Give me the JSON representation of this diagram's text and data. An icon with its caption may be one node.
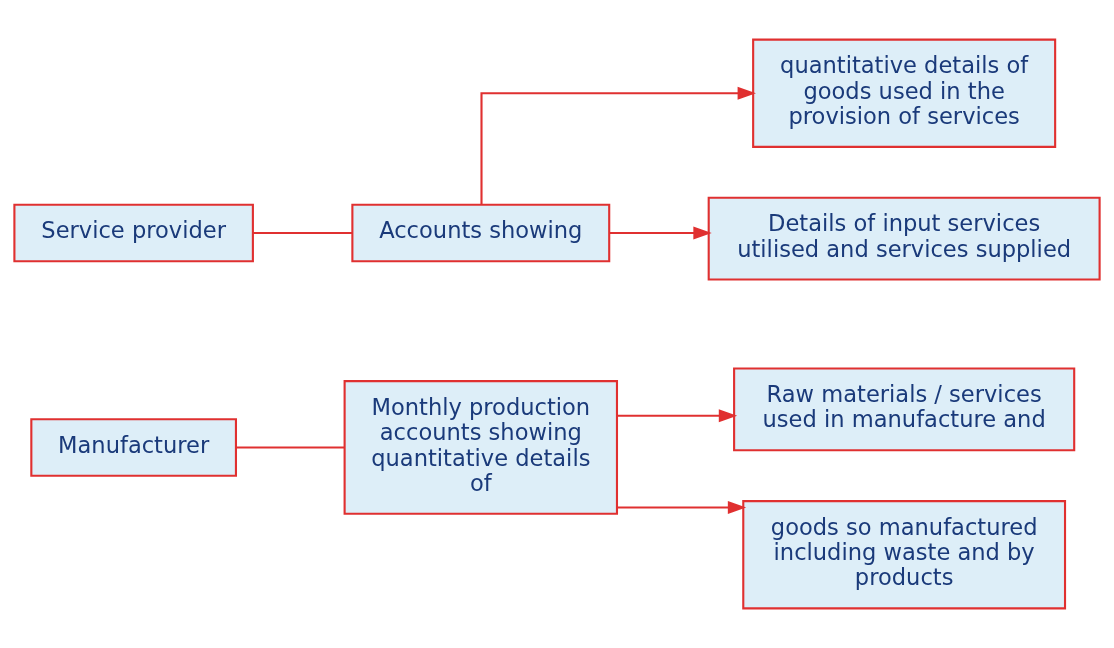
{
  "diagram": {
    "nodes": [
      {
        "text": [
          "Manufacturer"
        ]
      },
      {
        "text": [
          "Monthly production accounts showing quantitative details of"
        ]
      },
      {
        "text": [
          "Raw materials / services used in manufacture and"
        ]
      },
      {
        "text": [
          "goods so manufactured including waste and by products"
        ]
      },
      {
        "text": [
          "Service provider"
        ]
      },
      {
        "text": [
          "Accounts showing"
        ]
      },
      {
        "text": [
          "quantitative details of goods used in the provision of services"
        ]
      },
      {
        "text": [
          "Details of input services utilised and services supplied"
        ]
      }
    ],
    "edges": [
      {
        "from": 0,
        "to": 1,
        "arrow": "none"
      },
      {
        "from": 1,
        "to": 2,
        "arrow": "to"
      },
      {
        "from": 1,
        "to": 3,
        "arrow": "to"
      },
      {
        "from": 4,
        "to": 5,
        "arrow": "none"
      },
      {
        "from": 5,
        "to": 6,
        "arrow": "to"
      },
      {
        "from": 5,
        "to": 7,
        "arrow": "to"
      }
    ]
  }
}
